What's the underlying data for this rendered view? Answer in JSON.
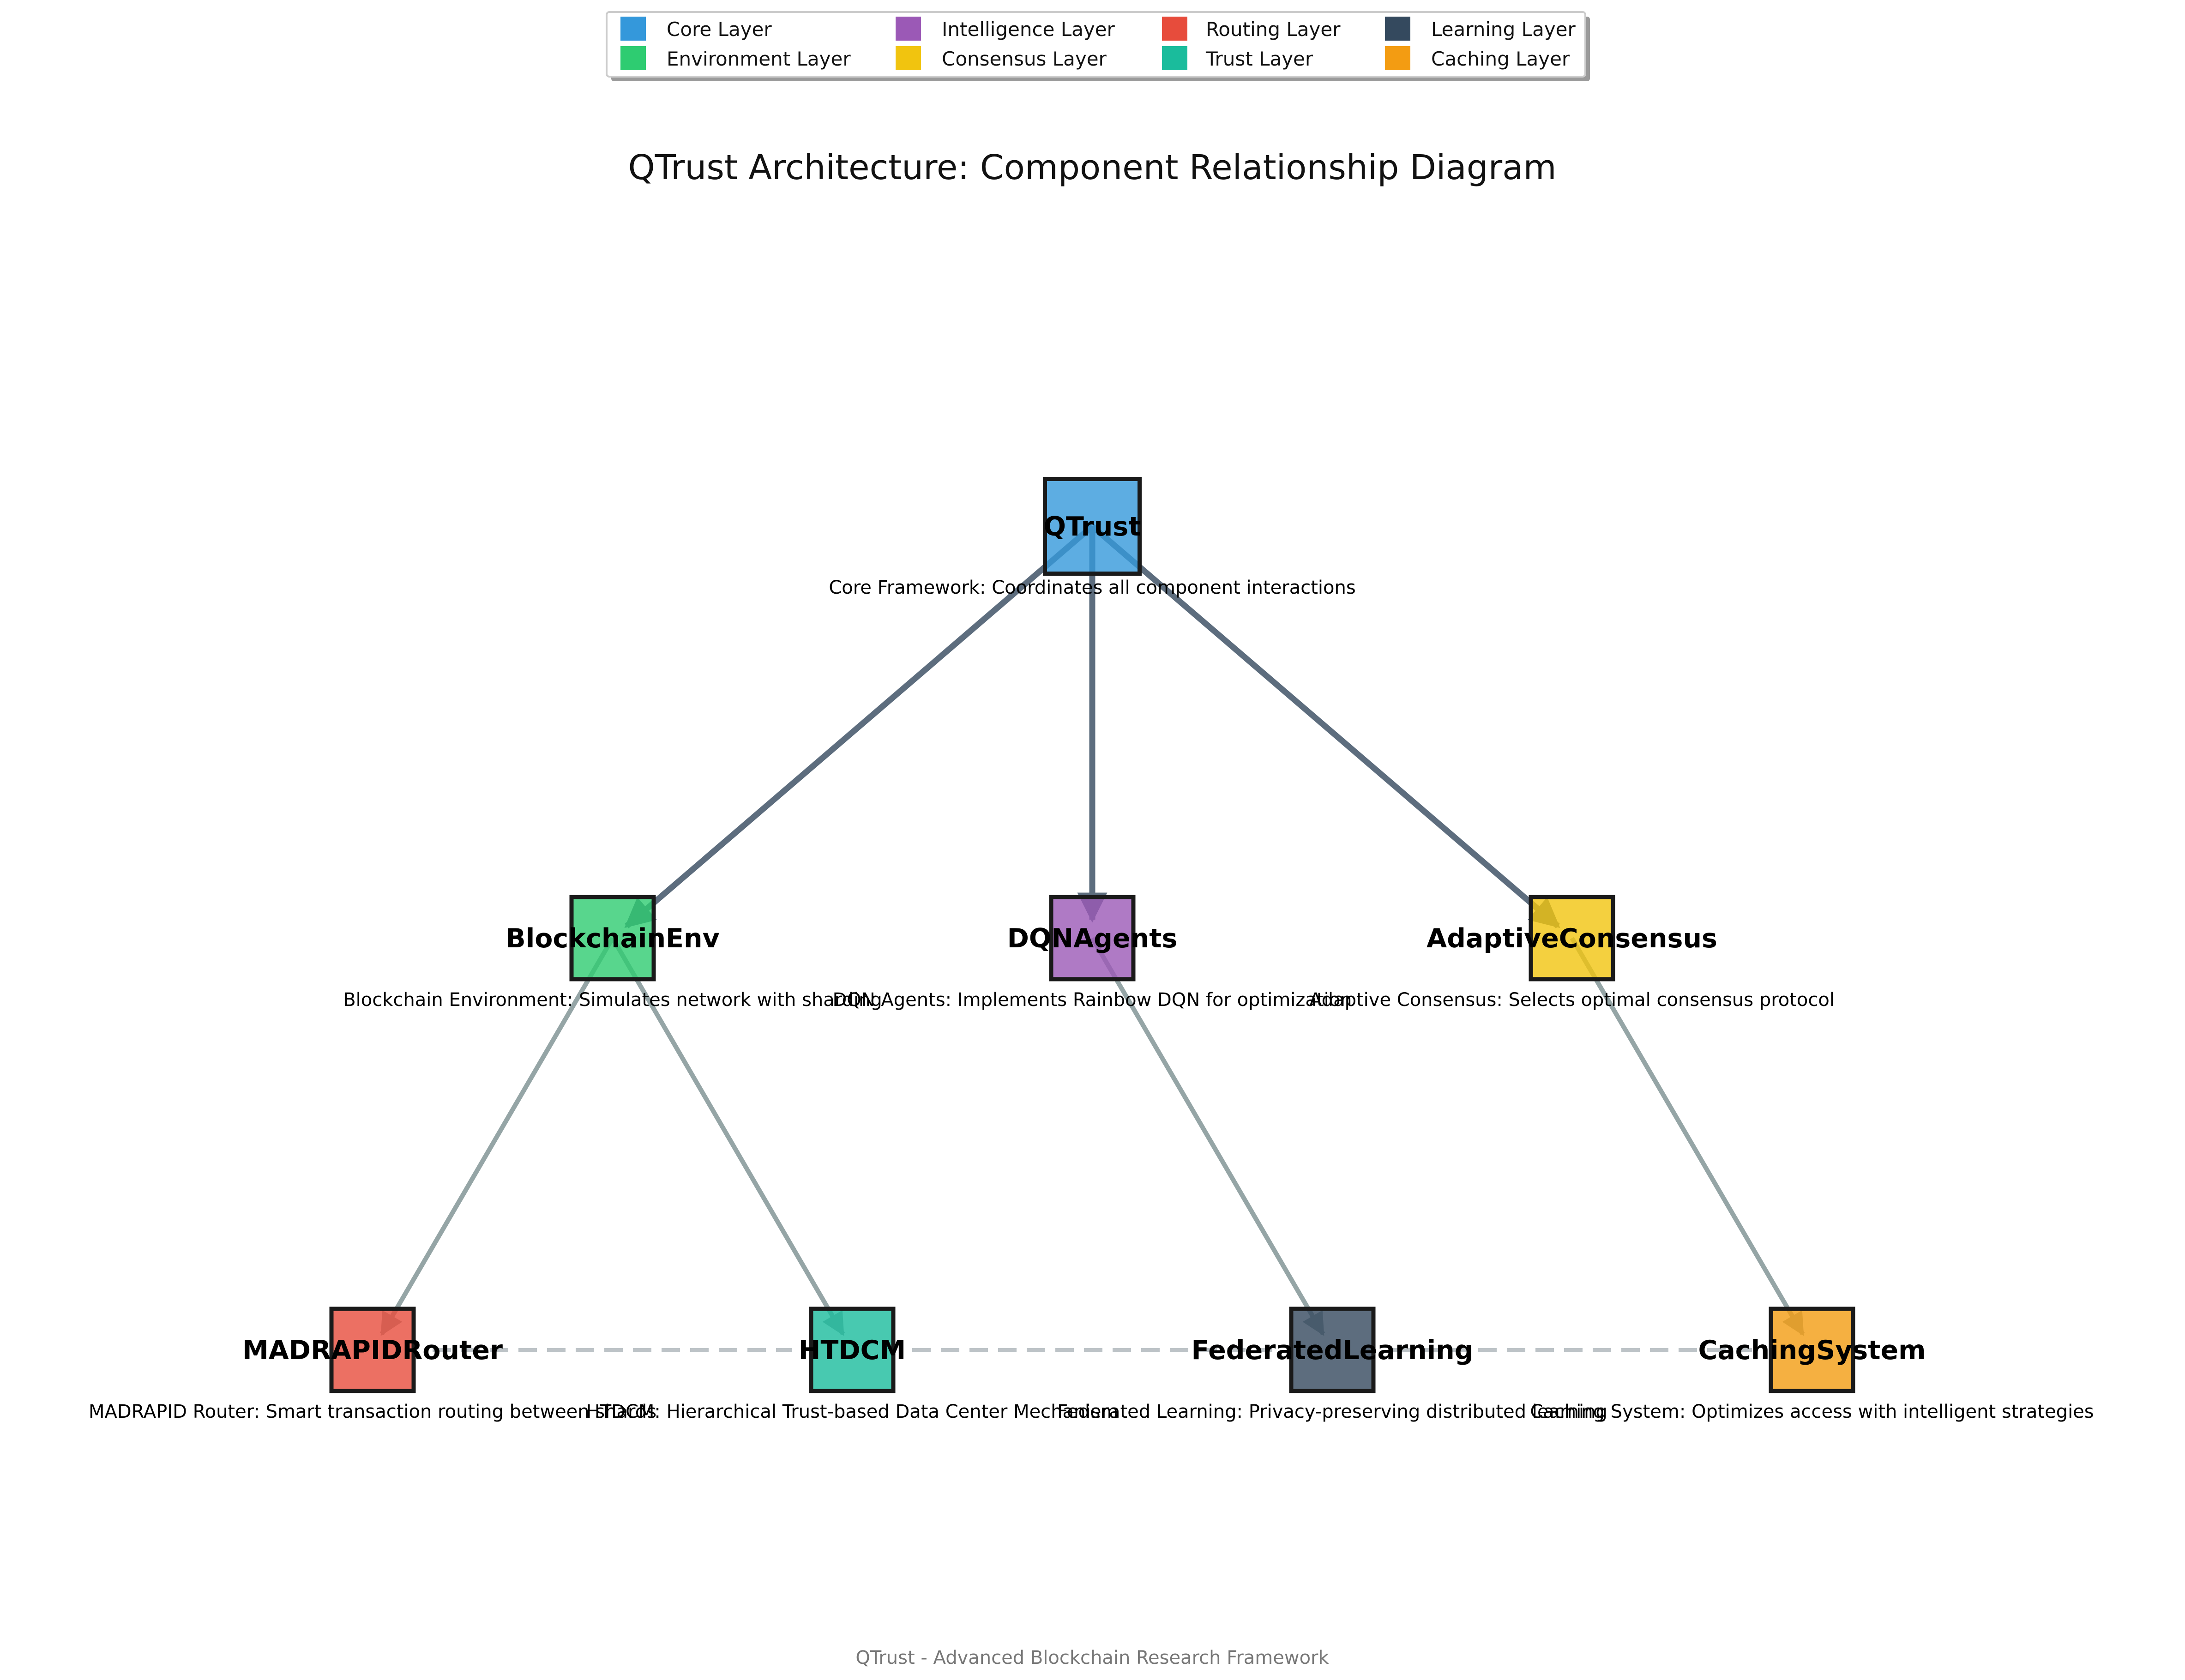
{
  "title": "QTrust Architecture: Component Relationship Diagram",
  "footer": "QTrust - Advanced Blockchain Research Framework",
  "legend": [
    {
      "label": "Core Layer",
      "color": "#3498db"
    },
    {
      "label": "Environment Layer",
      "color": "#2ecc71"
    },
    {
      "label": "Intelligence Layer",
      "color": "#9b59b6"
    },
    {
      "label": "Consensus Layer",
      "color": "#f1c40f"
    },
    {
      "label": "Routing Layer",
      "color": "#e74c3c"
    },
    {
      "label": "Trust Layer",
      "color": "#1abc9c"
    },
    {
      "label": "Learning Layer",
      "color": "#34495e"
    },
    {
      "label": "Caching Layer",
      "color": "#f39c12"
    }
  ],
  "nodes": [
    {
      "id": "qtrust",
      "label": "QTrust",
      "description": "Core Framework: Coordinates all component interactions",
      "color": "#3498db"
    },
    {
      "id": "blockchainenv",
      "label": "BlockchainEnv",
      "description": "Blockchain Environment: Simulates network with sharding",
      "color": "#2ecc71"
    },
    {
      "id": "dqnagents",
      "label": "DQNAgents",
      "description": "DQN Agents: Implements Rainbow DQN for optimization",
      "color": "#9b59b6"
    },
    {
      "id": "adaptiveconsensus",
      "label": "AdaptiveConsensus",
      "description": "Adaptive Consensus: Selects optimal consensus protocol",
      "color": "#f1c40f"
    },
    {
      "id": "madrapidrouter",
      "label": "MADRAPIDRouter",
      "description": "MADRAPID Router: Smart transaction routing between shards",
      "color": "#e74c3c"
    },
    {
      "id": "htdcm",
      "label": "HTDCM",
      "description": "HTDCM: Hierarchical Trust-based Data Center Mechanism",
      "color": "#1abc9c"
    },
    {
      "id": "federatedlearning",
      "label": "FederatedLearning",
      "description": "Federated Learning: Privacy-preserving distributed learning",
      "color": "#34495e"
    },
    {
      "id": "cachingsystem",
      "label": "CachingSystem",
      "description": "Caching System: Optimizes access with intelligent strategies",
      "color": "#f39c12"
    }
  ],
  "edges": [
    {
      "from": "qtrust",
      "to": "blockchainenv",
      "type": "primary"
    },
    {
      "from": "qtrust",
      "to": "dqnagents",
      "type": "primary"
    },
    {
      "from": "qtrust",
      "to": "adaptiveconsensus",
      "type": "primary"
    },
    {
      "from": "blockchainenv",
      "to": "madrapidrouter",
      "type": "secondary"
    },
    {
      "from": "blockchainenv",
      "to": "htdcm",
      "type": "secondary"
    },
    {
      "from": "dqnagents",
      "to": "federatedlearning",
      "type": "secondary"
    },
    {
      "from": "adaptiveconsensus",
      "to": "cachingsystem",
      "type": "secondary"
    },
    {
      "from": "madrapidrouter",
      "to": "htdcm",
      "type": "dashed"
    },
    {
      "from": "htdcm",
      "to": "federatedlearning",
      "type": "dashed"
    },
    {
      "from": "federatedlearning",
      "to": "cachingsystem",
      "type": "dashed"
    }
  ],
  "edge_colors": {
    "primary": "#5d6d7e",
    "secondary": "#95a5a6",
    "dashed": "#bdc3c7"
  }
}
